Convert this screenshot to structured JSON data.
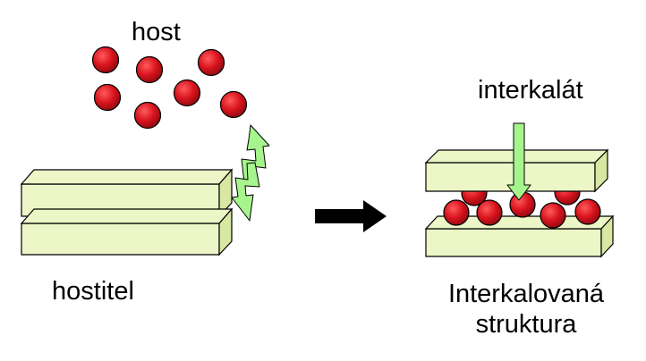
{
  "labels": {
    "guest": "host",
    "host": "hostitel",
    "intercalant": "interkalát",
    "structure_line1": "Interkalovaná",
    "structure_line2": "struktura"
  },
  "colors": {
    "slab_fill": "#ecf6c6",
    "slab_shade": "#d8e7a2",
    "slab_stroke": "#000000",
    "sphere_fill": "#d8131d",
    "arrow_green": "#a6f58c",
    "arrow_black": "#000000"
  },
  "icons": {
    "exchange_arrow": "double-arrow-up-down",
    "process_arrow": "arrow-right",
    "insert_arrow": "arrow-down"
  }
}
